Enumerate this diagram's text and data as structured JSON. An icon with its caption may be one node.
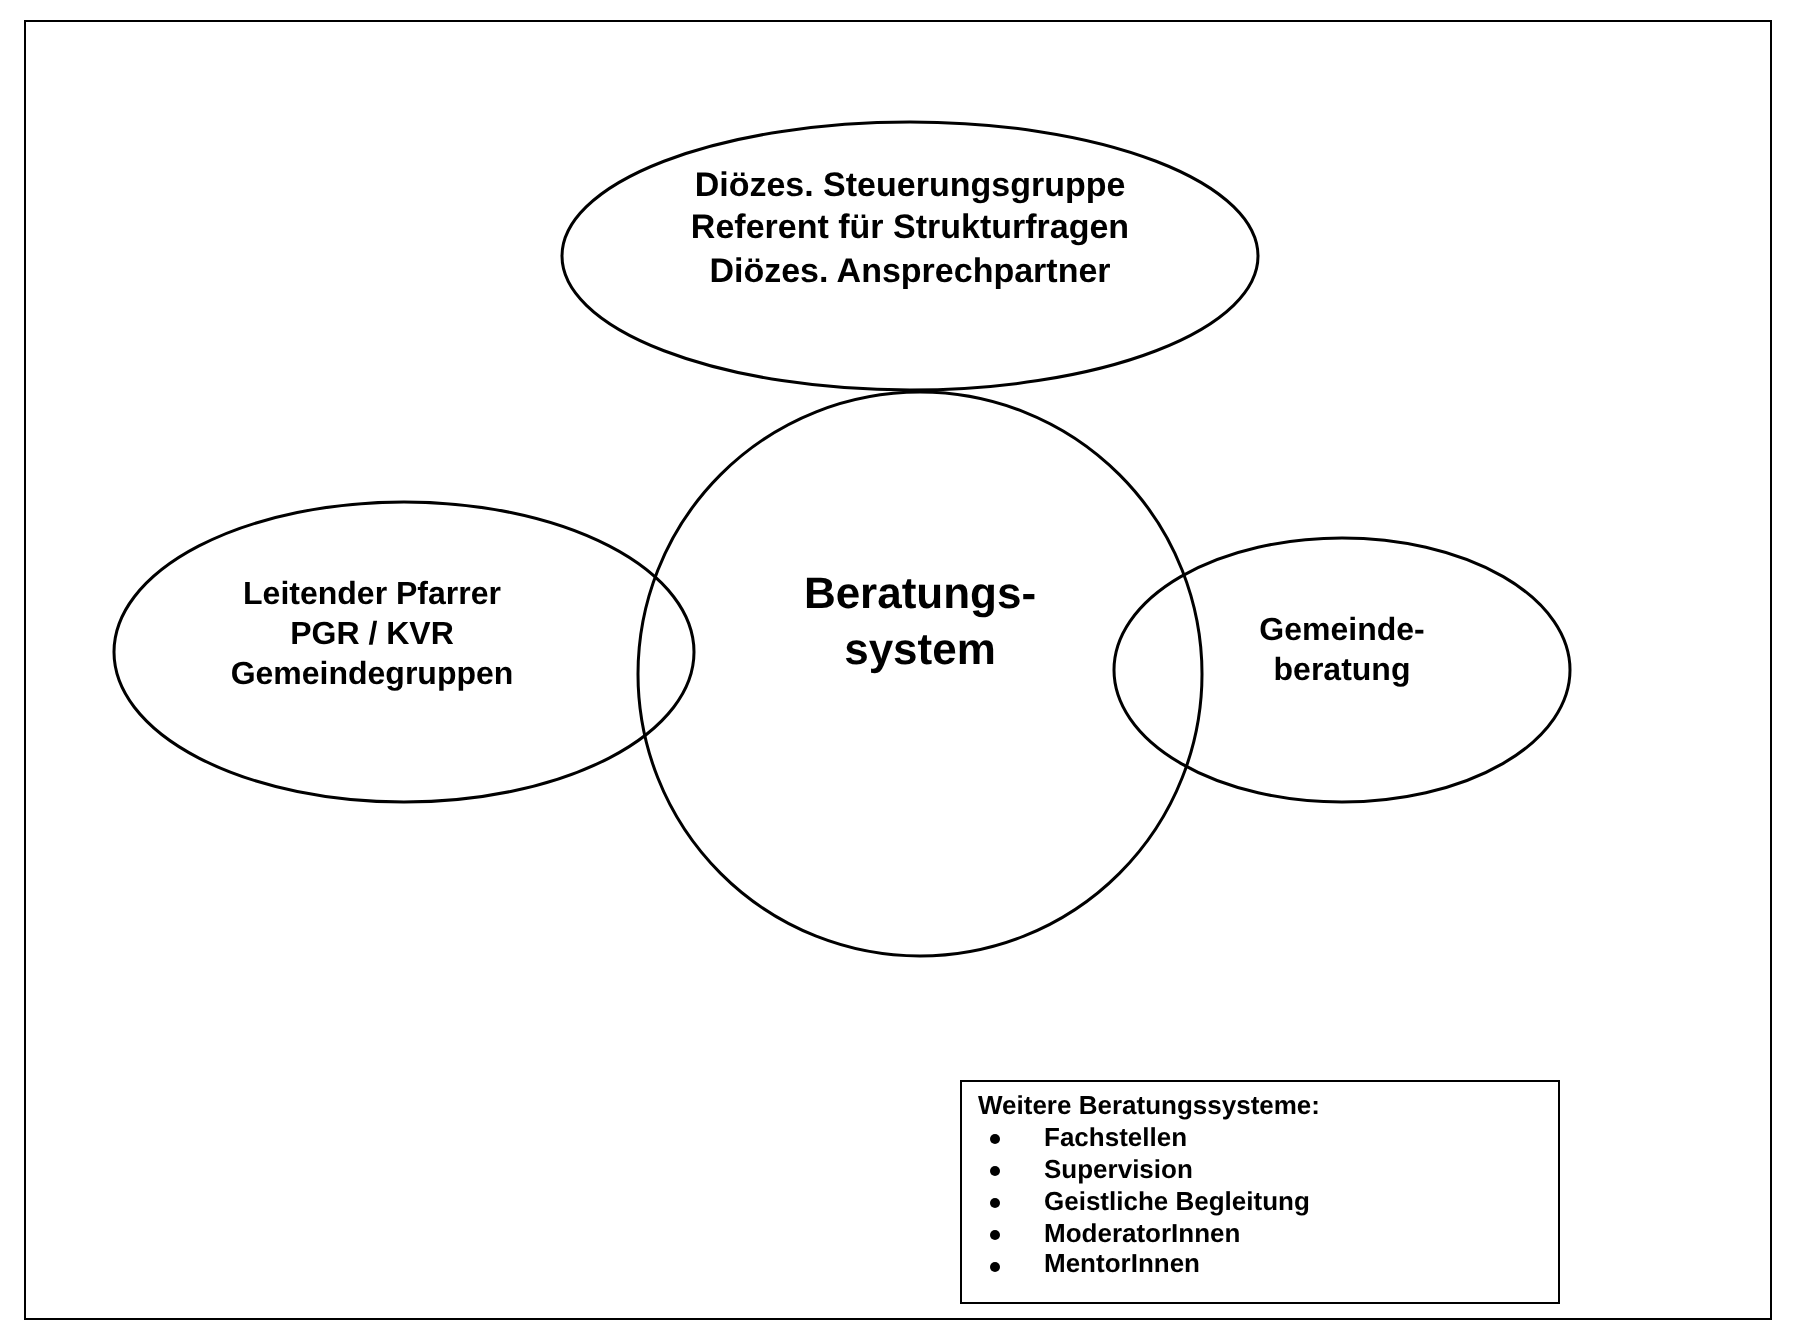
{
  "diagram": {
    "nodes": [
      {
        "text": [
          "Diözes. Steuerungsgruppe",
          "Referent für Strukturfragen",
          "Diözes. Ansprechpartner"
        ]
      },
      {
        "text": [
          "Beratungs- system"
        ]
      },
      {
        "text": [
          "Leitender Pfarrer",
          "PGR / KVR",
          "Gemeindegruppen"
        ]
      },
      {
        "text": [
          "Gemeinde- beratung"
        ]
      },
      {
        "text": [
          "Weitere Beratungssysteme:",
          "Fachstellen",
          "Supervision",
          "Geistliche Begleitung",
          "ModeratorInnen",
          "MentorInnen"
        ]
      }
    ],
    "edges": []
  }
}
